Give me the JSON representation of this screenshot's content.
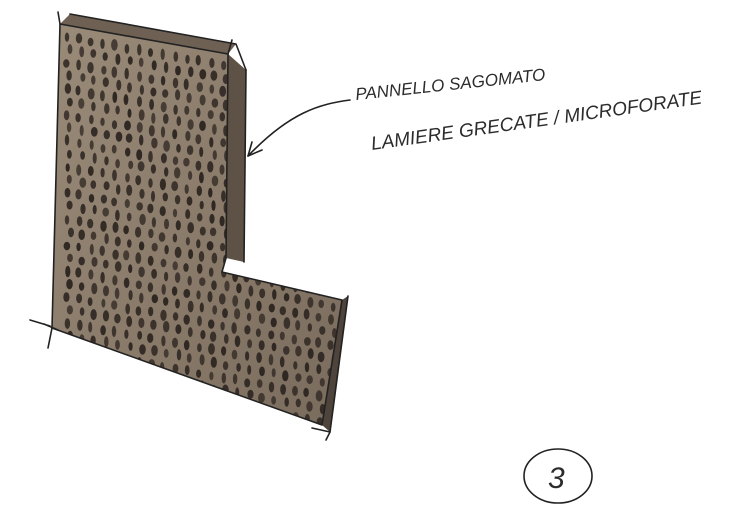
{
  "annotation": {
    "line1": "PANNELLO SAGOMATO",
    "line2": "LAMIERE GRECATE / MICROFORATE"
  },
  "sheet_number": "3",
  "colors": {
    "panel_fill": "#8c7d6c",
    "panel_side": "#5e5247",
    "holes": "#2f2722",
    "ink": "#222222"
  }
}
